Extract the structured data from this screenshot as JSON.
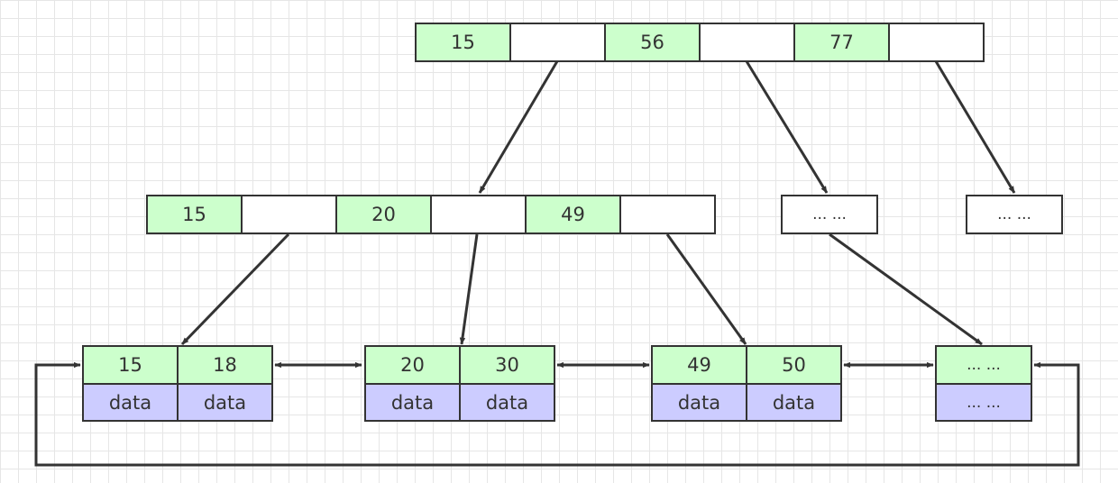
{
  "root": {
    "keys": [
      "15",
      "56",
      "77"
    ]
  },
  "internal": {
    "main": {
      "keys": [
        "15",
        "20",
        "49"
      ]
    },
    "other_1": "... ...",
    "other_2": "... ..."
  },
  "leaves": [
    {
      "keys": [
        "15",
        "18"
      ],
      "data": [
        "data",
        "data"
      ]
    },
    {
      "keys": [
        "20",
        "30"
      ],
      "data": [
        "data",
        "data"
      ]
    },
    {
      "keys": [
        "49",
        "50"
      ],
      "data": [
        "data",
        "data"
      ]
    },
    {
      "keys": [
        "... ..."
      ],
      "data": [
        "... ..."
      ]
    }
  ],
  "colors": {
    "key_fill": "#ccffcc",
    "data_fill": "#ccccff",
    "stroke": "#333333",
    "grid": "#e6e6e6"
  }
}
